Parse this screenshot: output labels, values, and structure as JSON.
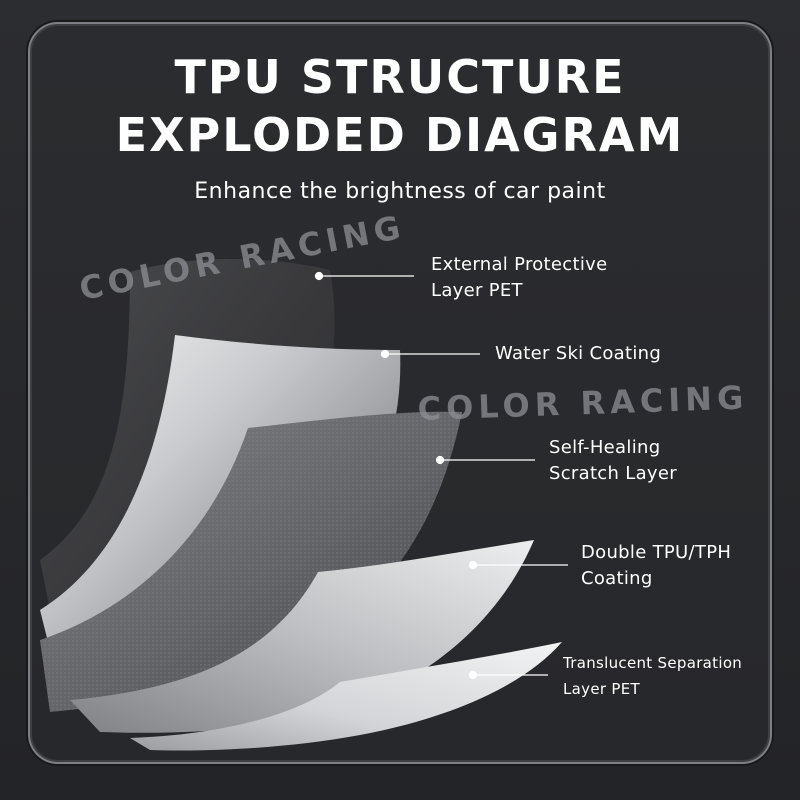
{
  "header": {
    "title_line1": "TPU STRUCTURE",
    "title_line2": "EXPLODED DIAGRAM",
    "subtitle": "Enhance the brightness of car paint"
  },
  "watermarks": [
    "COLOR RACING",
    "COLOR RACING"
  ],
  "layers": [
    {
      "line1": "External Protective",
      "line2": "Layer PET"
    },
    {
      "line1": "Water Ski Coating"
    },
    {
      "line1": "Self-Healing",
      "line2": "Scratch Layer"
    },
    {
      "line1": "Double TPU/TPH",
      "line2": "Coating"
    },
    {
      "line1": "Translucent Separation",
      "line2": "Layer PET"
    }
  ],
  "colors": {
    "background": "#2a2b2e",
    "text": "#ffffff",
    "pointer": "#ffffff",
    "layer_dark": "#3a3b3e",
    "layer_silver": "#d9dbde",
    "layer_mesh": "#6b6d70",
    "layer_light": "#c8cacd",
    "watermark": "#8d8f94"
  }
}
